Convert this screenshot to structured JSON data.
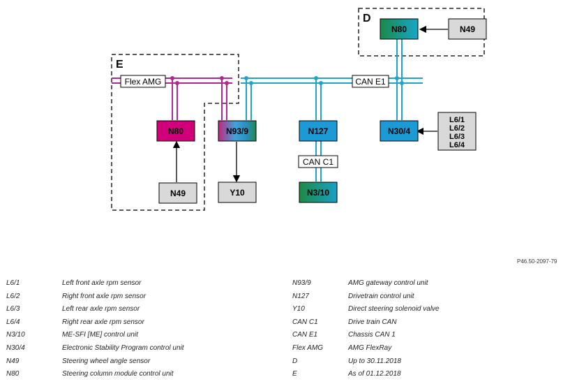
{
  "diagram": {
    "reference": "P46.50-2097-79",
    "regions": {
      "d": "D",
      "e": "E"
    },
    "bus_labels": {
      "flex_amg": "Flex AMG",
      "can_e1": "CAN E1",
      "can_c1": "CAN C1"
    },
    "nodes": {
      "n80_top": "N80",
      "n49_top": "N49",
      "n80_left": "N80",
      "n49_left": "N49",
      "n93_9": "N93/9",
      "y10": "Y10",
      "n127": "N127",
      "n3_10": "N3/10",
      "n30_4": "N30/4",
      "sensors": [
        "L6/1",
        "L6/2",
        "L6/3",
        "L6/4"
      ]
    },
    "colors": {
      "flexray": "#b0288e",
      "can_bus": "#1fa3c9",
      "n80_fill": "#d1007a",
      "can_node_fill": "#1b9ad6",
      "n80_top_fill": "#13a07a",
      "n3_10_fill": "#1b8c55",
      "gray_fill": "#d9d9d9"
    }
  },
  "legend": {
    "left": [
      {
        "code": "L6/1",
        "desc": "Left front axle rpm sensor"
      },
      {
        "code": "L6/2",
        "desc": "Right front axle rpm sensor"
      },
      {
        "code": "L6/3",
        "desc": "Left rear axle rpm sensor"
      },
      {
        "code": "L6/4",
        "desc": "Right rear axle rpm sensor"
      },
      {
        "code": "N3/10",
        "desc": "ME-SFI [ME] control unit"
      },
      {
        "code": "N30/4",
        "desc": "Electronic Stability Program control unit"
      },
      {
        "code": "N49",
        "desc": "Steering wheel angle sensor"
      },
      {
        "code": "N80",
        "desc": "Steering column module control unit"
      }
    ],
    "right": [
      {
        "code": "N93/9",
        "desc": "AMG gateway control unit"
      },
      {
        "code": "N127",
        "desc": "Drivetrain control unit"
      },
      {
        "code": "Y10",
        "desc": "Direct steering solenoid valve"
      },
      {
        "code": "CAN C1",
        "desc": "Drive train CAN"
      },
      {
        "code": "CAN E1",
        "desc": "Chassis CAN 1"
      },
      {
        "code": "Flex AMG",
        "desc": "AMG FlexRay"
      },
      {
        "code": "D",
        "desc": "Up to 30.11.2018"
      },
      {
        "code": "E",
        "desc": "As of 01.12.2018"
      }
    ]
  }
}
